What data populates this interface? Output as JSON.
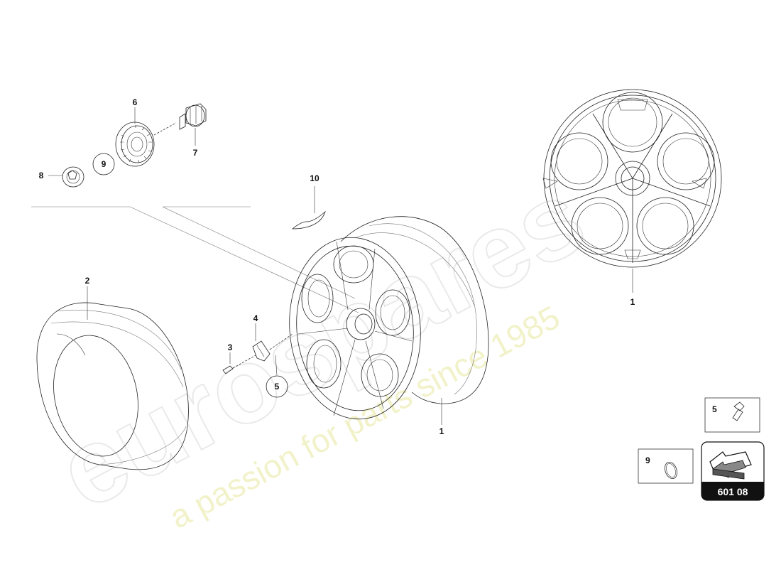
{
  "watermark": {
    "brand": "eurospares",
    "tagline": "a passion for parts since 1985"
  },
  "callouts": {
    "c1a": "1",
    "c1b": "1",
    "c2": "2",
    "c3": "3",
    "c4": "4",
    "c5": "5",
    "c6": "6",
    "c7": "7",
    "c8": "8",
    "c9": "9",
    "c10": "10"
  },
  "legend": {
    "item5_label": "5",
    "item9_label": "9",
    "page_ref": "601 08"
  },
  "colors": {
    "line": "#222222",
    "badge_bg": "#111111",
    "badge_text": "#ffffff",
    "watermark_gray": "#cfcfcf",
    "watermark_yellow": "#e8e8a0"
  }
}
